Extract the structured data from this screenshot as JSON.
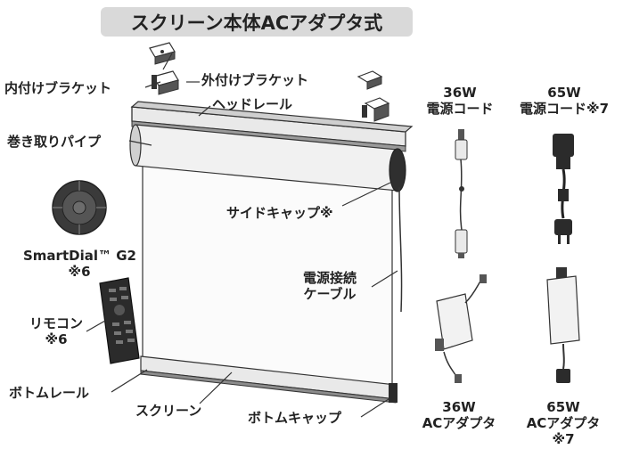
{
  "title": "スクリーン本体ACアダプタ式",
  "labels": {
    "inner_bracket": "内付けブラケット",
    "outer_bracket": "外付けブラケット",
    "head_rail": "ヘッドレール",
    "winding_pipe": "巻き取りパイプ",
    "side_cap": "サイドキャップ※",
    "smartdial_line1": "SmartDial™ G2",
    "smartdial_line2": "※6",
    "power_cable_line1": "電源接続",
    "power_cable_line2": "ケーブル",
    "remote_line1": "リモコン",
    "remote_line2": "※6",
    "bottom_rail": "ボトムレール",
    "screen": "スクリーン",
    "bottom_cap": "ボトムキャップ",
    "cord36_line1": "36W",
    "cord36_line2": "電源コード",
    "cord65_line1": "65W",
    "cord65_line2": "電源コード※7",
    "adapter36_line1": "36W",
    "adapter36_line2": "ACアダプタ",
    "adapter65_line1": "65W",
    "adapter65_line2": "ACアダプタ",
    "adapter65_line3": "※7"
  },
  "colors": {
    "title_bg": "#d9d9d9",
    "line": "#333333",
    "part_dark": "#2b2b2b",
    "part_mid": "#7a7a7a",
    "part_light": "#e6e6e6"
  }
}
